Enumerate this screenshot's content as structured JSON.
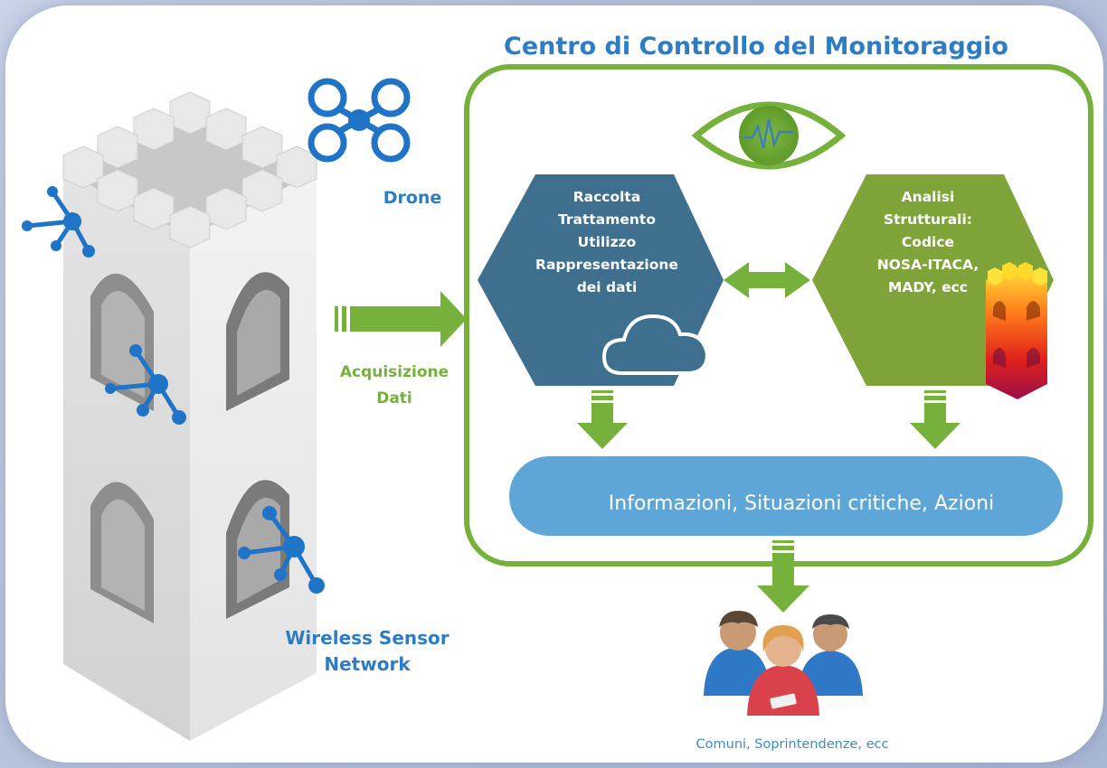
{
  "title": "Centro di Controllo del Monitoraggio",
  "drone_label": "Drone",
  "wsn_label": [
    "Wireless Sensor",
    "Network"
  ],
  "acquisition_label": [
    "Acquisizione",
    "Dati"
  ],
  "data_hexagon": [
    "Raccolta",
    "Trattamento",
    "Utilizzo",
    "Rappresentazione",
    "dei dati"
  ],
  "analysis_hexagon": [
    "Analisi",
    "Strutturali:",
    "Codice",
    "NOSA-ITACA,",
    "MADY, ecc"
  ],
  "output_bar": "Informazioni, Situazioni critiche, Azioni",
  "users_label": "Comuni, Soprintendenze, ecc",
  "colors": {
    "title_blue": "#2e7dc4",
    "green": "#76b13c",
    "hex_teal": "#3e6f8e",
    "hex_olive": "#7fa53a",
    "bar_blue": "#5ea6d8",
    "sensor_blue": "#1f74c8"
  }
}
